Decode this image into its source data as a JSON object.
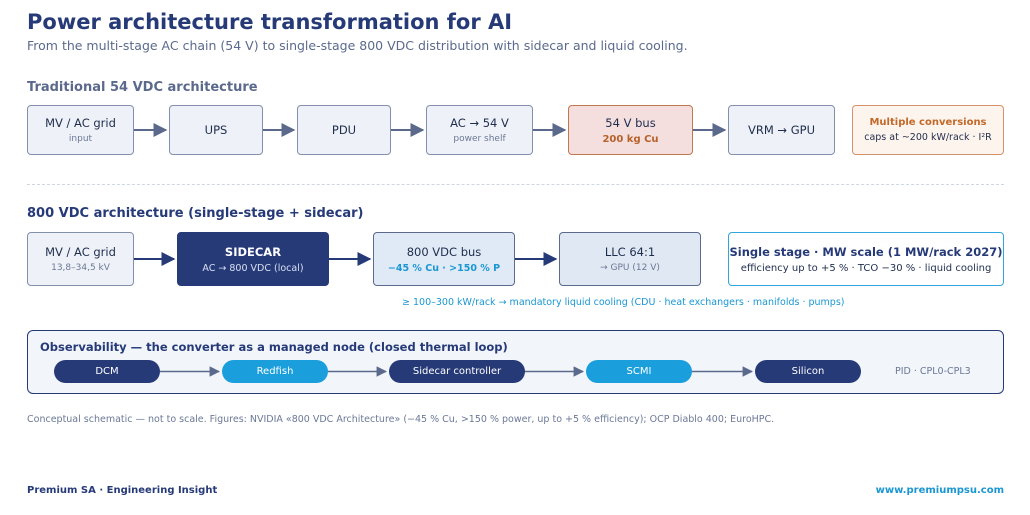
{
  "header": {
    "title": "Power architecture transformation for AI",
    "subtitle": "From the multi-stage AC chain (54 V) to single-stage 800 VDC distribution with sidecar and liquid cooling."
  },
  "traditional": {
    "heading": "Traditional 54 VDC architecture",
    "nodes": [
      {
        "main": "MV / AC grid",
        "sub": "input"
      },
      {
        "main": "UPS",
        "sub": ""
      },
      {
        "main": "PDU",
        "sub": ""
      },
      {
        "main": "AC → 54 V",
        "sub": "power shelf"
      },
      {
        "main": "54 V bus",
        "sub": "200 kg Cu"
      },
      {
        "main": "VRM → GPU",
        "sub": ""
      }
    ],
    "callout": {
      "main": "Multiple conversions",
      "sub": "caps at ~200 kW/rack · I²R"
    }
  },
  "modern": {
    "heading": "800 VDC architecture (single-stage + sidecar)",
    "nodes": [
      {
        "main": "MV / AC grid",
        "sub": "13,8–34,5 kV"
      },
      {
        "main": "SIDECAR",
        "sub": "AC → 800 VDC (local)"
      },
      {
        "main": "800 VDC bus",
        "sub": "−45 % Cu · >150 % P"
      },
      {
        "main": "LLC 64:1",
        "sub": "→ GPU (12 V)"
      }
    ],
    "callout": {
      "main": "Single stage · MW scale (1 MW/rack 2027)",
      "sub": "efficiency up to +5 % · TCO −30 % · liquid cooling"
    },
    "cooling_note": "≥ 100–300 kW/rack → mandatory liquid cooling (CDU · heat exchangers · manifolds · pumps)"
  },
  "observability": {
    "title": "Observability — the converter as a managed node (closed thermal loop)",
    "pills": [
      "DCM",
      "Redfish",
      "Sidecar controller",
      "SCMI",
      "Silicon"
    ],
    "pid_note": "PID · CPL0-CPL3"
  },
  "footnote": "Conceptual schematic — not to scale. Figures: NVIDIA «800 VDC Architecture» (−45 % Cu, >150 % power, up to +5 % efficiency); OCP Diablo 400; EuroHPC.",
  "footer": {
    "brand": "Premium SA · Engineering Insight",
    "url": "www.premiumpsu.com"
  },
  "colors": {
    "navy": "#263a78",
    "accent_blue": "#1a97d2",
    "copper": "#c2692a",
    "arrow": "#5b6a8c"
  }
}
